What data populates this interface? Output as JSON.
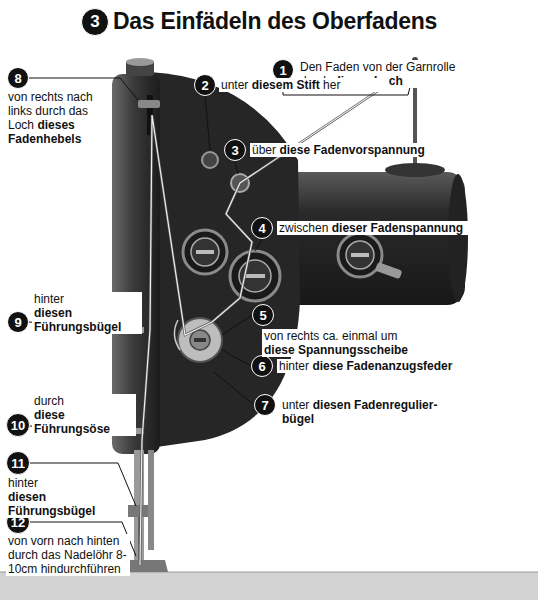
{
  "diagram": {
    "title": "Das Einfädeln des Oberfadens",
    "nodes": [
      {
        "text": [
          "3"
        ]
      },
      {
        "text": [
          "1"
        ]
      },
      {
        "text": [
          "2"
        ]
      },
      {
        "text": [
          "3"
        ]
      },
      {
        "text": [
          "4"
        ]
      },
      {
        "text": [
          "5"
        ]
      },
      {
        "text": [
          "6"
        ]
      },
      {
        "text": [
          "7"
        ]
      },
      {
        "text": [
          "8"
        ]
      },
      {
        "text": [
          "9"
        ]
      },
      {
        "text": [
          "10"
        ]
      },
      {
        "text": [
          "11"
        ]
      },
      {
        "text": [
          "12"
        ]
      }
    ],
    "labels": [
      "Den Faden von der Garnrolle durch",
      "dieses Loch",
      "unter",
      "diesem Stift",
      "her",
      "über",
      "diese Fadenvorspannung",
      "zwischen",
      "dieser Fadenspannung",
      "von rechts ca. einmal um",
      "diese Spannungsscheibe",
      "hinter",
      "diese Fadenanzugsfeder",
      "unter",
      "diesen Fadenregulier- bügel",
      "von rechts nach links durch das Loch",
      "dieses Fadenhebels",
      "hinter",
      "diesen Führungsbügel",
      "durch",
      "diese Führungsöse",
      "hinter",
      "diesen Führungsbügel",
      "von vorn nach hinten durch das Nadelöhr 8-10cm hindurchführen"
    ]
  }
}
